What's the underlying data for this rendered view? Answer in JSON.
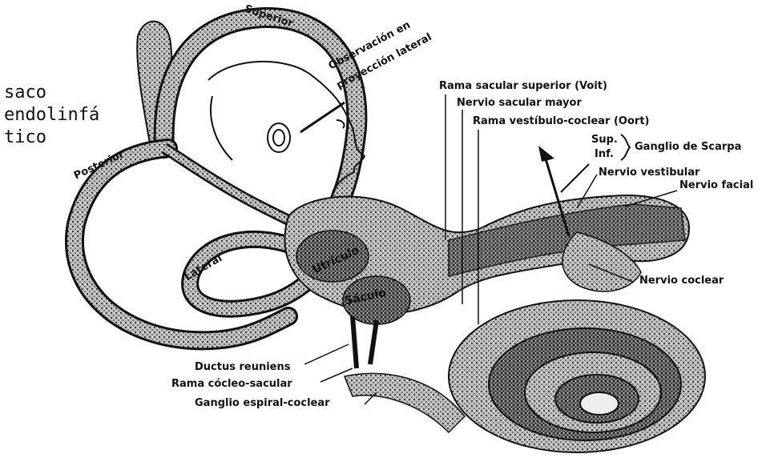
{
  "handwritten_note": {
    "line1": "saco",
    "line2": "endolinfá",
    "line3": "tico"
  },
  "canals": {
    "superior": "Superior",
    "posterior": "Posterior",
    "lateral": "Lateral"
  },
  "observation": {
    "line1": "Observación en",
    "line2": "proyección lateral"
  },
  "sacs": {
    "utriculo": "Utrículo",
    "saculo": "Sáculo"
  },
  "right_labels": {
    "rama_sacular_superior": "Rama sacular superior (Voit)",
    "nervio_sacular_mayor": "Nervio sacular mayor",
    "rama_vestibulo_coclear": "Rama vestíbulo-coclear (Oort)",
    "sup": "Sup.",
    "inf": "Inf.",
    "ganglio_scarpa": "Ganglio de Scarpa",
    "nervio_vestibular": "Nervio vestibular",
    "nervio_facial": "Nervio facial",
    "nervio_coclear": "Nervio coclear"
  },
  "bottom_labels": {
    "ductus_reuniens": "Ductus reuniens",
    "rama_cocleo_sacular": "Rama cócleo-sacular",
    "ganglio_espiral": "Ganglio espiral-coclear"
  }
}
